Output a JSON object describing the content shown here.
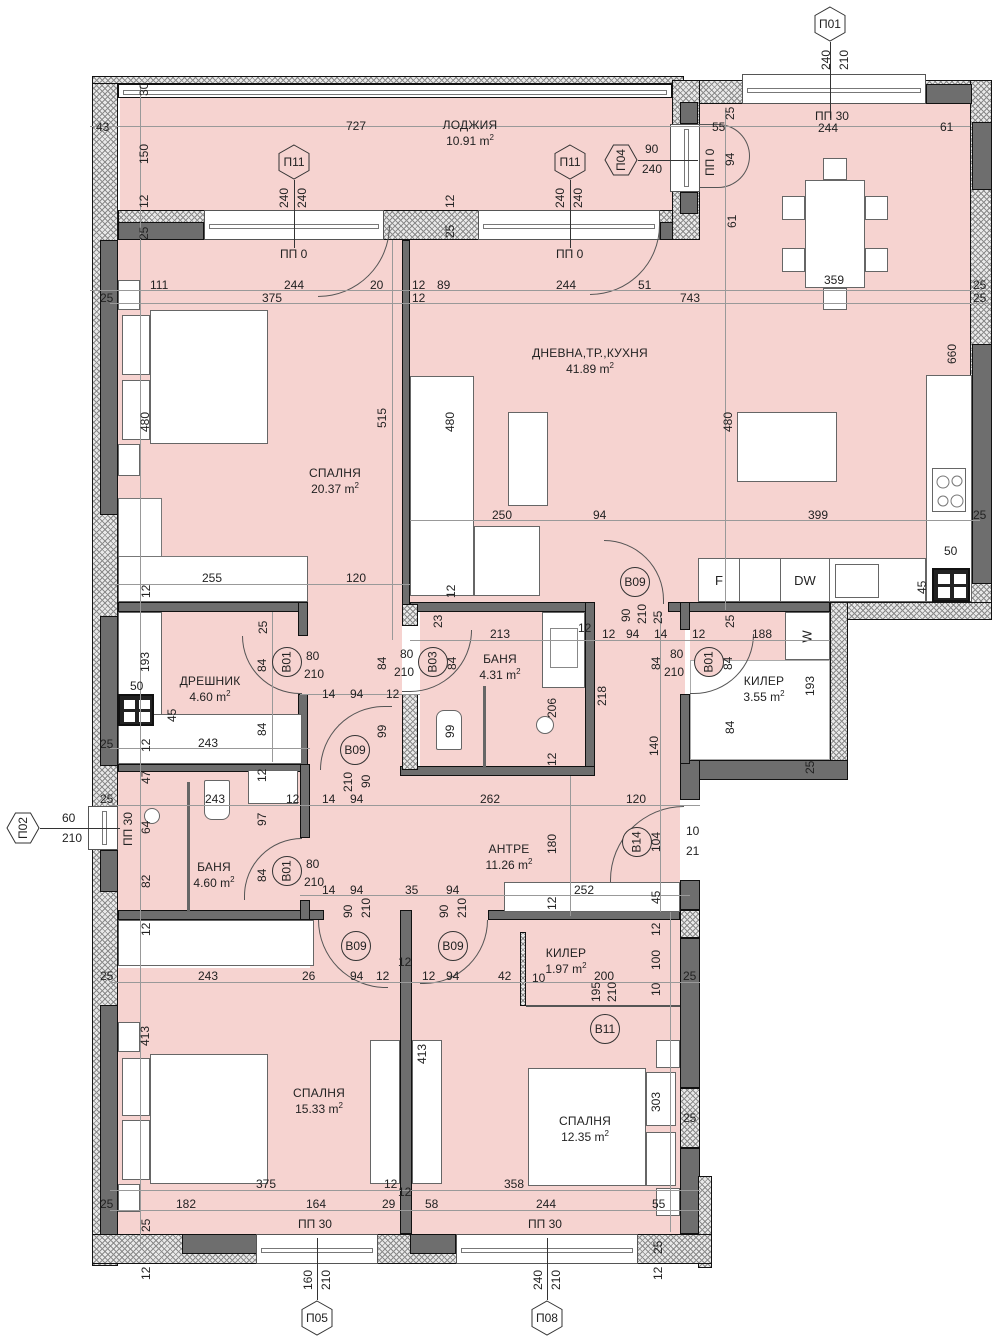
{
  "rooms": {
    "loggia": {
      "name": "ЛОДЖИЯ",
      "area": "10.91 m",
      "sup": "2"
    },
    "living": {
      "name": "ДНЕВНА,ТР.,КУХНЯ",
      "area": "41.89 m",
      "sup": "2"
    },
    "bedroom1": {
      "name": "СПАЛНЯ",
      "area": "20.37 m",
      "sup": "2"
    },
    "wardrobe": {
      "name": "ДРЕШНИК",
      "area": "4.60 m",
      "sup": "2"
    },
    "bath1": {
      "name": "БАНЯ",
      "area": "4.31 m",
      "sup": "2"
    },
    "pantry1": {
      "name": "КИЛЕР",
      "area": "3.55 m",
      "sup": "2"
    },
    "bath2": {
      "name": "БАНЯ",
      "area": "4.60 m",
      "sup": "2"
    },
    "hall": {
      "name": "АНТРЕ",
      "area": "11.26 m",
      "sup": "2"
    },
    "pantry2": {
      "name": "КИЛЕР",
      "area": "1.97 m",
      "sup": "2"
    },
    "bedroom2": {
      "name": "СПАЛНЯ",
      "area": "15.33 m",
      "sup": "2"
    },
    "bedroom3": {
      "name": "СПАЛНЯ",
      "area": "12.35 m",
      "sup": "2"
    }
  },
  "window_tags": {
    "p01": "П01",
    "p02": "П02",
    "p04": "П04",
    "p05": "П05",
    "p08": "П08",
    "p11a": "П11",
    "p11b": "П11"
  },
  "door_tags": {
    "b09_living": "В09",
    "b01_wardrobe": "В01",
    "b03_bath": "В03",
    "b01_pantry": "В01",
    "b09_hall": "В09",
    "b01_bath2": "В01",
    "b14_entry": "В14",
    "b09_bed2": "В09",
    "b09_bed3": "В09",
    "b11_pantry2": "В11"
  },
  "sill_labels": {
    "pp0_a": "ПП 0",
    "pp0_b": "ПП 0",
    "pp0_c": "ПП 0",
    "pp30_top": "ПП 30",
    "pp30_left": "ПП 30",
    "pp30_b1": "ПП 30",
    "pp30_b2": "ПП 30"
  },
  "appliances": {
    "fridge": "F",
    "dishwasher": "DW",
    "washer": "W"
  },
  "dimensions": {
    "d30": "30",
    "d43": "43",
    "d727": "727",
    "d150": "150",
    "d12_l1": "12",
    "d25_l1": "25",
    "d240_p11a1": "240",
    "d240_p11a2": "240",
    "d240_p11b1": "240",
    "d240_p11b2": "240",
    "d12_mid": "12",
    "d25_mid": "25",
    "d90_p04": "90",
    "d240_p04": "240",
    "d94_p04": "94",
    "d25_top": "25",
    "d55": "55",
    "d61_top": "61",
    "d240_p01": "240",
    "d210_p01": "210",
    "d244_top": "244",
    "d61_v": "61",
    "d359": "359",
    "d111": "111",
    "d244_b1": "244",
    "d20": "20",
    "d12_a": "12",
    "d89": "89",
    "d244_lv": "244",
    "d51": "51",
    "d375_b1": "375",
    "d12_b": "12",
    "d743": "743",
    "d25_r1": "25",
    "d25_r2": "25",
    "d25_l2": "25",
    "d660": "660",
    "d515": "515",
    "d480_bed": "480",
    "d480_sofa": "480",
    "d480_kit": "480",
    "d250": "250",
    "d94_lv": "94",
    "d399": "399",
    "d25_r3": "25",
    "d50_k": "50",
    "d45_k": "45",
    "d255": "255",
    "d120_b1": "120",
    "d12_c": "12",
    "d12_d": "12",
    "d193_w": "193",
    "d50_w": "50",
    "d45_w": "45",
    "d25_w": "25",
    "d84_w1": "84",
    "d84_w2": "84",
    "d80_b01a": "80",
    "d210_b01a": "210",
    "d14_a": "14",
    "d94_a": "94",
    "d12_e": "12",
    "d243_w": "243",
    "d12_f": "12",
    "d25_l3": "25",
    "d84_b03": "84",
    "d80_b03": "80",
    "d210_b03": "210",
    "d84_b03b": "84",
    "d23": "23",
    "d213": "213",
    "d12_g": "12",
    "d99_a": "99",
    "d99_b": "99",
    "d206": "206",
    "d218": "218",
    "d12_h": "12",
    "d90_b09a": "90",
    "d210_b09a": "210",
    "d25_b09a": "25",
    "d12_i": "12",
    "d94_b": "94",
    "d14_b": "14",
    "d12_j": "12",
    "d84_b01b": "84",
    "d80_b01b": "80",
    "d210_b01b": "210",
    "d84_b01c": "84",
    "d25_p1": "25",
    "d188": "188",
    "d193_p": "193",
    "d84_p": "84",
    "d25_p2": "25",
    "d140": "140",
    "d90_b09b": "90",
    "d210_b09b": "210",
    "d47": "47",
    "d243_b2": "243",
    "d12_k": "12",
    "d12_l": "12",
    "d25_l4": "25",
    "d64": "64",
    "d97": "97",
    "d82": "82",
    "d60_p02": "60",
    "d210_p02": "210",
    "d14_c": "14",
    "d94_c": "94",
    "d262": "262",
    "d120_h": "120",
    "d180": "180",
    "d104": "104",
    "d10_e": "10",
    "d21_e": "21",
    "d84_b01d": "84",
    "d80_b01d": "80",
    "d210_b01d": "210",
    "d14_d": "14",
    "d94_d": "94",
    "d35": "35",
    "d94_e": "94",
    "d252": "252",
    "d12_m": "12",
    "d45_h": "45",
    "d12_n": "12",
    "d90_b09c": "90",
    "d210_b09c": "210",
    "d90_b09d": "90",
    "d210_b09d": "210",
    "d12_o": "12",
    "d243_b3": "243",
    "d26": "26",
    "d94_f": "94",
    "d12_p": "12",
    "d12_q": "12",
    "d12_r": "12",
    "d94_g": "94",
    "d42": "42",
    "d10_k": "10",
    "d200": "200",
    "d195": "195",
    "d210_b11": "210",
    "d100": "100",
    "d10_v": "10",
    "d12_s": "12",
    "d25_r4": "25",
    "d413_a": "413",
    "d413_b": "413",
    "d303": "303",
    "d25_r5": "25",
    "d25_r6": "25",
    "d375_b2": "375",
    "d358": "358",
    "d12_t": "12",
    "d12_u": "12",
    "d25_l5": "25",
    "d182": "182",
    "d164": "164",
    "d29": "29",
    "d58": "58",
    "d244_b3": "244",
    "d55_b": "55",
    "d25_bot": "25",
    "d12_bot1": "12",
    "d160_p05": "160",
    "d210_p05": "210",
    "d240_p08": "240",
    "d210_p08": "210",
    "d25_br": "25",
    "d12_bot2": "12"
  }
}
